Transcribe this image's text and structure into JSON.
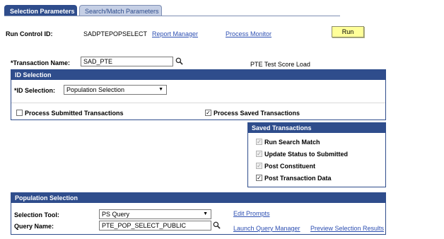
{
  "tabs": [
    {
      "label": "Selection Parameters",
      "active": true
    },
    {
      "label": "Search/Match Parameters",
      "active": false
    }
  ],
  "run_control": {
    "label": "Run Control ID:",
    "value": "SADPTEPOPSELECT",
    "report_manager": "Report Manager",
    "process_monitor": "Process Monitor",
    "run_button": "Run"
  },
  "transaction": {
    "label": "*Transaction Name:",
    "value": "SAD_PTE",
    "description": "PTE Test Score Load"
  },
  "id_selection": {
    "title": "ID Selection",
    "label": "*ID Selection:",
    "selected": "Population Selection",
    "process_submitted": {
      "label": "Process Submitted Transactions",
      "checked": false
    },
    "process_saved": {
      "label": "Process Saved Transactions",
      "checked": true
    }
  },
  "saved_transactions": {
    "title": "Saved Transactions",
    "items": [
      {
        "label": "Run Search Match",
        "checked": true,
        "disabled": true
      },
      {
        "label": "Update Status to Submitted",
        "checked": true,
        "disabled": true
      },
      {
        "label": "Post Constituent",
        "checked": true,
        "disabled": true
      },
      {
        "label": "Post Transaction Data",
        "checked": true,
        "disabled": false
      }
    ]
  },
  "population_selection": {
    "title": "Population Selection",
    "tool_label": "Selection Tool:",
    "tool_value": "PS Query",
    "query_label": "Query Name:",
    "query_value": "PTE_POP_SELECT_PUBLIC",
    "edit_prompts": "Edit Prompts",
    "launch_query_manager": "Launch Query Manager",
    "preview_results": "Preview Selection Results"
  },
  "colors": {
    "accent": "#2f4d8c",
    "link": "#2d4fb2",
    "run_button": "#ffff99"
  },
  "icons": {
    "lookup": "magnifier-icon",
    "dropdown": "chevron-down-icon",
    "check": "checkmark-icon"
  }
}
